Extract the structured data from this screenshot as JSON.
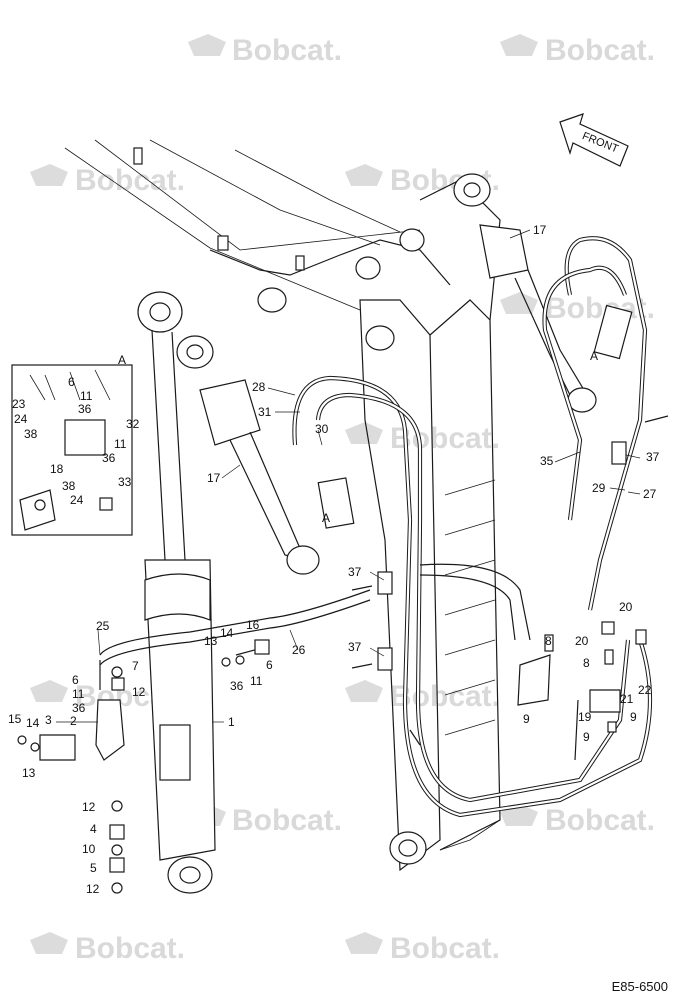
{
  "watermark": {
    "brand": "Bobcat."
  },
  "front_label": "FRONT",
  "detail_label": "A",
  "document_number": "E85-6500",
  "callouts": {
    "c1": "1",
    "c2": "2",
    "c3": "3",
    "c4": "4",
    "c5": "5",
    "c6": "6",
    "c7": "7",
    "c8": "8",
    "c9": "9",
    "c10": "10",
    "c11": "11",
    "c12": "12",
    "c13": "13",
    "c14": "14",
    "c15": "15",
    "c16": "16",
    "c17": "17",
    "c18": "18",
    "c19": "19",
    "c20": "20",
    "c21": "21",
    "c22": "22",
    "c23": "23",
    "c24": "24",
    "c25": "25",
    "c26": "26",
    "c27": "27",
    "c28": "28",
    "c29": "29",
    "c30": "30",
    "c31": "31",
    "c32": "32",
    "c33": "33",
    "c35": "35",
    "c36": "36",
    "c37": "37",
    "c38": "38"
  },
  "colors": {
    "ink": "#1a1a1a",
    "watermark": "#d9d9d9",
    "background": "#ffffff"
  }
}
